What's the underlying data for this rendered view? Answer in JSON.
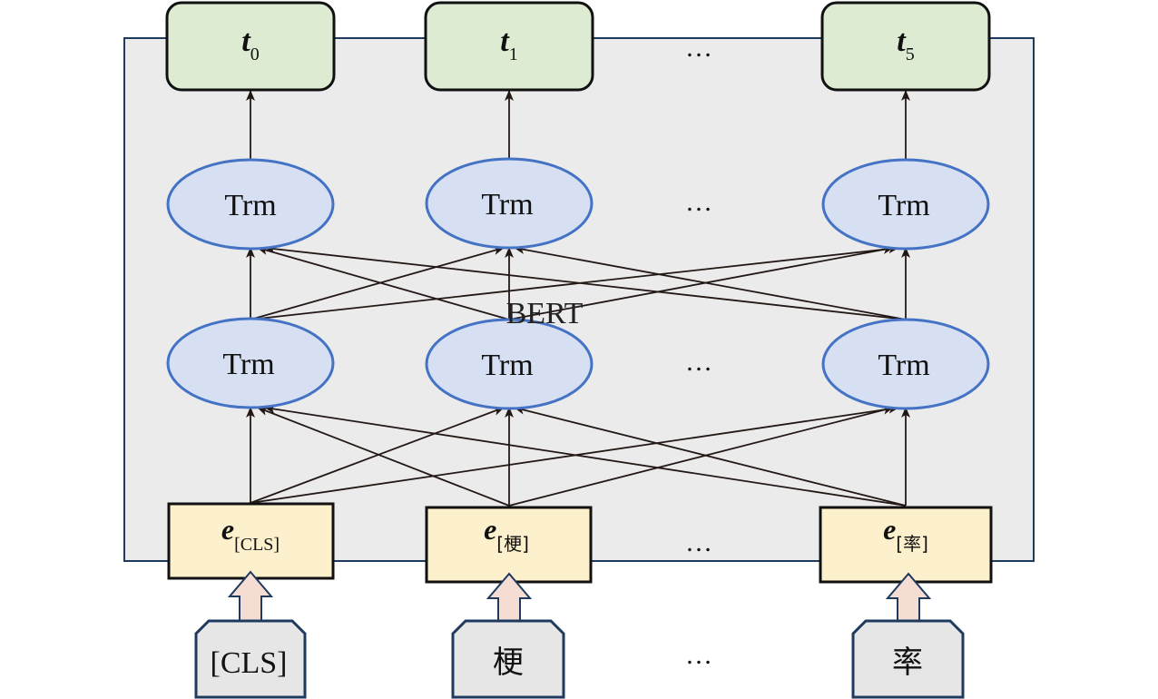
{
  "diagram": {
    "container_label": "BERT",
    "ellipsis": "…",
    "outputs": [
      {
        "symbol": "t",
        "subscript": "0"
      },
      {
        "symbol": "t",
        "subscript": "1"
      },
      {
        "symbol": "t",
        "subscript": "5"
      }
    ],
    "transformer_label": "Trm",
    "embeddings": [
      {
        "symbol": "e",
        "subscript": "[CLS]"
      },
      {
        "symbol": "e",
        "subscript": "[梗]"
      },
      {
        "symbol": "e",
        "subscript": "[率]"
      }
    ],
    "inputs": [
      "[CLS]",
      "梗",
      "率"
    ],
    "colors": {
      "container_fill": "#ebebeb",
      "container_stroke": "#1f3a5f",
      "output_fill": "#dcebd2",
      "trm_fill": "#d6e0f2",
      "trm_stroke": "#4472c4",
      "embedding_fill": "#fdf0cc",
      "input_fill": "#e6e6e6",
      "input_stroke": "#1f3a5f",
      "up_arrow_fill": "#f5ddd4",
      "line": "#231815"
    }
  }
}
